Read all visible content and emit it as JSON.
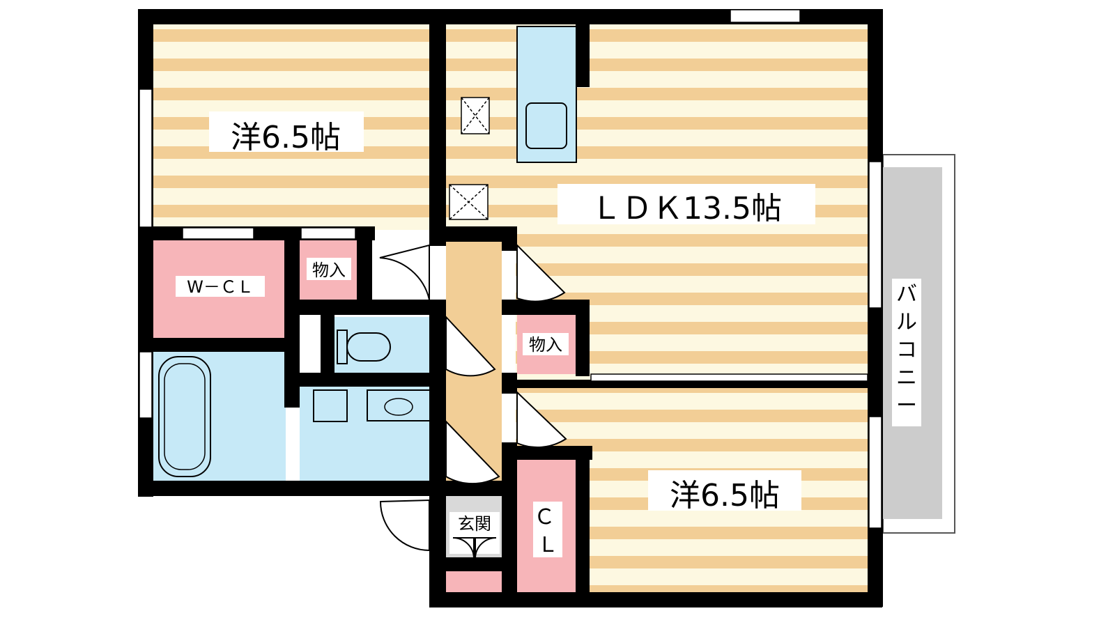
{
  "rooms": {
    "western_room_north": {
      "label": "洋6.5帖"
    },
    "ldk": {
      "label": "ＬＤＫ13.5帖"
    },
    "western_room_south": {
      "label": "洋6.5帖"
    },
    "walk_in_closet": {
      "label": "W－ＣＬ"
    },
    "storage_north": {
      "label": "物入"
    },
    "storage_ldk": {
      "label": "物入"
    },
    "closet": {
      "label": "Ｃ\nＬ"
    },
    "entrance": {
      "label": "玄関"
    },
    "balcony": {
      "label": "バルコニー"
    }
  },
  "colors": {
    "wall": "#000000",
    "stripe": "#f2ce96",
    "stripe_light": "#fdf8e1",
    "wet_area": "#c6e9f7",
    "storage": "#f7b5b9",
    "corridor": "#f2ce96",
    "balcony": "#cccccc",
    "entrance_floor": "#d9d9d9"
  }
}
